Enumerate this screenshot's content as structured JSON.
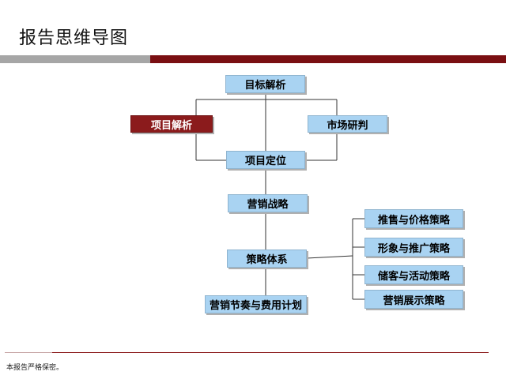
{
  "title": "报告思维导图",
  "nodes": {
    "target": "目标解析",
    "project_analysis": "项目解析",
    "market_research": "市场研判",
    "positioning": "项目定位",
    "marketing_strategy": "营销战略",
    "strategy_system": "策略体系",
    "schedule_budget": "营销节奏与费用计划",
    "sales_pricing": "推售与价格策略",
    "image_promotion": "形象与推广策略",
    "customer_events": "储客与活动策略",
    "display": "营销展示策略"
  },
  "footer": "本报告严格保密。",
  "colors": {
    "node_fill": "#a9d3f2",
    "highlight_fill": "#8b1b1c",
    "bar_gray": "#a6a6a6",
    "bar_red": "#7a0f12"
  }
}
